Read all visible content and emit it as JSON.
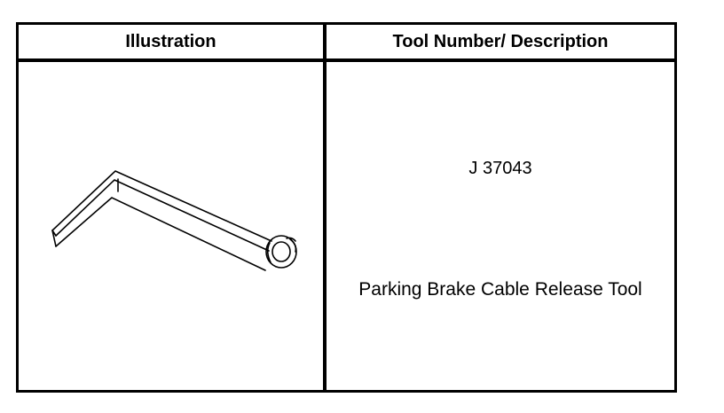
{
  "table": {
    "headers": {
      "illustration": "Illustration",
      "description": "Tool Number/ Description"
    },
    "rows": [
      {
        "tool_number": "J 37043",
        "description": "Parking Brake Cable Release Tool",
        "illustration_icon": "parking-brake-release-tool-drawing"
      }
    ]
  }
}
